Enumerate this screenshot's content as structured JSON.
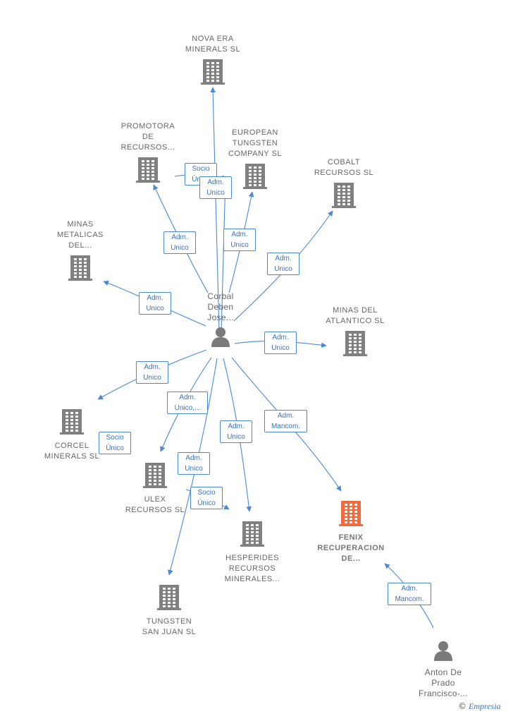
{
  "colors": {
    "edge": "#4a88d6",
    "company": "#808080",
    "highlight": "#f26a3d",
    "person": "#7a7a7a"
  },
  "nodes": [
    {
      "id": "nova",
      "label": "NOVA ERA\nMINERALS  SL",
      "kind": "company"
    },
    {
      "id": "promotora",
      "label": "PROMOTORA\nDE\nRECURSOS...",
      "kind": "company"
    },
    {
      "id": "european",
      "label": "EUROPEAN\nTUNGSTEN\nCOMPANY  SL",
      "kind": "company"
    },
    {
      "id": "cobalt",
      "label": "COBALT\nRECURSOS  SL",
      "kind": "company"
    },
    {
      "id": "minas_metalicas",
      "label": "MINAS\nMETALICAS\nDEL...",
      "kind": "company"
    },
    {
      "id": "corbal",
      "label": "Corbal\nDeben\nJose...",
      "kind": "person"
    },
    {
      "id": "minas_atlantico",
      "label": "MINAS DEL\nATLANTICO SL",
      "kind": "company"
    },
    {
      "id": "corcel",
      "label": "CORCEL\nMINERALS  SL",
      "kind": "company"
    },
    {
      "id": "ulex",
      "label": "ULEX\nRECURSOS  SL",
      "kind": "company"
    },
    {
      "id": "fenix",
      "label": "FENIX\nRECUPERACION\nDE...",
      "kind": "highlight"
    },
    {
      "id": "hesperides",
      "label": "HESPERIDES\nRECURSOS\nMINERALES...",
      "kind": "company"
    },
    {
      "id": "tungsten",
      "label": "TUNGSTEN\nSAN JUAN  SL",
      "kind": "company"
    },
    {
      "id": "anton",
      "label": "Anton De\nPrado\nFrancisco-...",
      "kind": "person"
    }
  ],
  "relations": [
    {
      "id": "r_socio1",
      "label": "Socio\nÚnico"
    },
    {
      "id": "r_nova",
      "label": "Adm.\nUnico"
    },
    {
      "id": "r_promotora",
      "label": "Adm.\nUnico"
    },
    {
      "id": "r_european",
      "label": "Adm.\nUnico"
    },
    {
      "id": "r_cobalt",
      "label": "Adm.\nUnico"
    },
    {
      "id": "r_minas_met",
      "label": "Adm.\nUnico"
    },
    {
      "id": "r_atlantico",
      "label": "Adm.\nUnico"
    },
    {
      "id": "r_corcel",
      "label": "Adm.\nUnico"
    },
    {
      "id": "r_ulex",
      "label": "Adm.\nUnico,..."
    },
    {
      "id": "r_hesperides",
      "label": "Adm.\nUnico"
    },
    {
      "id": "r_fenix",
      "label": "Adm.\nMancom."
    },
    {
      "id": "r_socio2",
      "label": "Socio\nÚnico"
    },
    {
      "id": "r_tungsten",
      "label": "Adm.\nUnico"
    },
    {
      "id": "r_socio3",
      "label": "Socio\nÚnico"
    },
    {
      "id": "r_anton",
      "label": "Adm.\nMancom."
    }
  ],
  "footer": {
    "copyright": "©",
    "brand": "Empresia"
  }
}
